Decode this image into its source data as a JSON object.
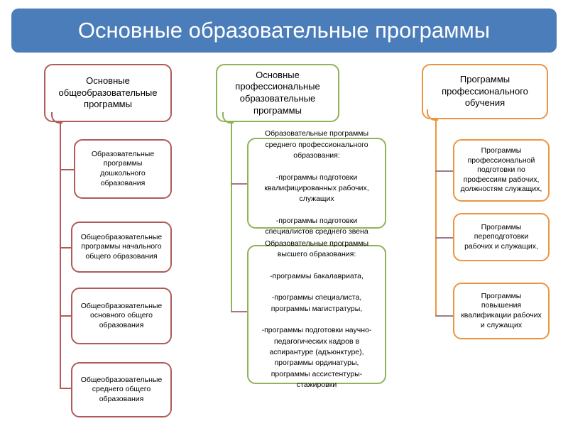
{
  "title": {
    "text": "Основные образовательные программы"
  },
  "colors": {
    "title_bar": "#4a7dba",
    "title_text": "#ffffff",
    "column_1_border": "#b05a5a",
    "column_2_border": "#8fb357",
    "column_3_border": "#eb9540",
    "connector_stub": "#9d7a8c",
    "background": "#ffffff"
  },
  "columns": [
    {
      "id": "general-education",
      "accent": "#b05a5a",
      "header": "Основные\nобщеобразовательные\nпрограммы",
      "nodes": [
        "Образовательные\nпрограммы\nдошкольного\nобразования",
        "Общеобразовательные\nпрограммы начального\nобщего образования",
        "Общеобразовательные\nосновного общего\nобразования",
        "Общеобразовательные\nсреднего  общего\nобразования"
      ]
    },
    {
      "id": "professional-education",
      "accent": "#8fb357",
      "header": "Основные\nпрофессиональные\nобразовательные\nпрограммы",
      "nodes": [
        "Образовательные программы\nсреднего профессионального\nобразования:\n\n-программы подготовки\nквалифицированных рабочих,\nслужащих\n\n-программы подготовки\nспециалистов среднего звена",
        "Образовательные программы\nвысшего образования:\n\n-программы бакалавриата,\n\n-программы специалиста,\nпрограммы магистратуры,\n\n-программы подготовки научно-\nпедагогических кадров в\nаспирантуре (адъюнктуре),\nпрограммы ординатуры,\nпрограммы ассистентуры-\nстажировки"
      ]
    },
    {
      "id": "vocational-training",
      "accent": "#eb9540",
      "header": "Программы\nпрофессионального\nобучения",
      "nodes": [
        "Программы\nпрофессиональной\nподготовки по\nпрофессиям рабочих,\nдолжностям служащих,",
        "Программы\nпереподготовки\nрабочих и служащих,",
        "Программы\nповышения\nквалификации рабочих\nи служащих"
      ]
    }
  ]
}
